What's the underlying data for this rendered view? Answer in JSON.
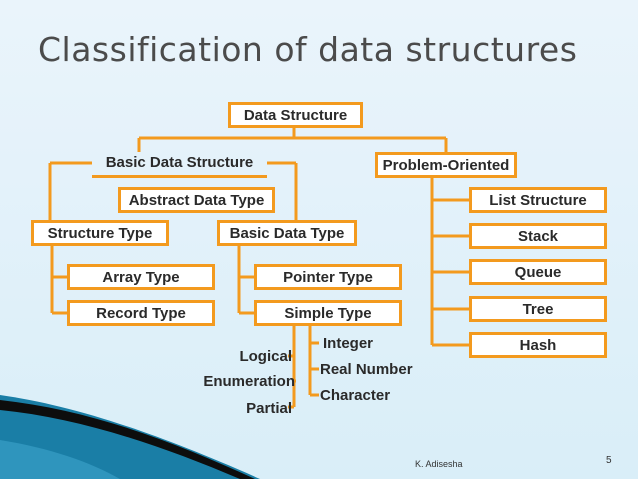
{
  "title": "Classification of data structures",
  "colors": {
    "accent": "#f39a1e",
    "background": "#e3f2fa",
    "swoosh": "#1a7ea6"
  },
  "nodes": {
    "root": "Data Structure",
    "basic": "Basic Data Structure",
    "abstract": "Abstract Data Type",
    "problem": "Problem-Oriented",
    "structure_type": "Structure Type",
    "basic_type": "Basic Data Type",
    "array": "Array Type",
    "record": "Record Type",
    "pointer": "Pointer Type",
    "simple": "Simple Type",
    "list": "List Structure",
    "stack": "Stack",
    "queue": "Queue",
    "tree": "Tree",
    "hash": "Hash"
  },
  "simple_leaves": {
    "left": [
      "Logical",
      "Enumeration",
      "Partial"
    ],
    "right": [
      "Integer",
      "Real Number",
      "Character"
    ]
  },
  "footer": {
    "author": "K. Adisesha",
    "page": "5"
  }
}
